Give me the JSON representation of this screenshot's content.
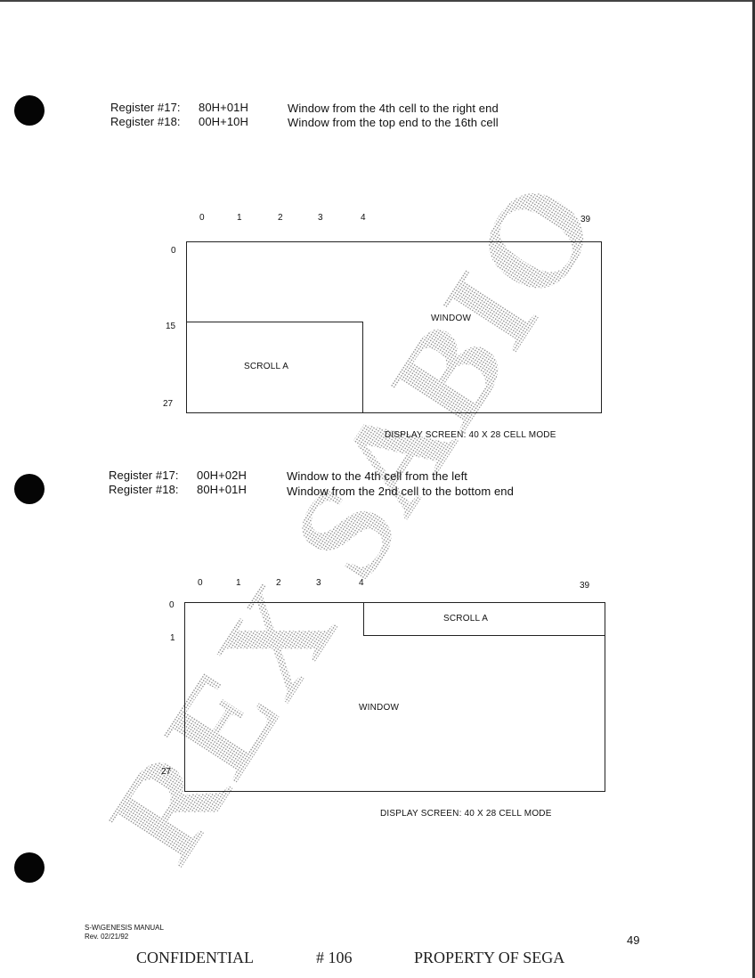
{
  "section1": {
    "registers": [
      {
        "name": "Register #17:",
        "value": "80H+01H",
        "desc": "Window from the 4th cell to the right end"
      },
      {
        "name": "Register #18:",
        "value": "00H+10H",
        "desc": "Window from the top end to the 16th cell"
      }
    ],
    "diagram": {
      "top_ticks": [
        "0",
        "1",
        "2",
        "3",
        "4",
        "39"
      ],
      "left_ticks": [
        "0",
        "15",
        "27"
      ],
      "window_label": "WINDOW",
      "scroll_label": "SCROLL A",
      "caption": "DISPLAY SCREEN:  40 X 28 CELL MODE"
    }
  },
  "section2": {
    "registers": [
      {
        "name": "Register #17:",
        "value": "00H+02H",
        "desc": "Window to the 4th cell from the left"
      },
      {
        "name": "Register #18:",
        "value": "80H+01H",
        "desc": "Window from the 2nd cell to the bottom end"
      }
    ],
    "diagram": {
      "top_ticks": [
        "0",
        "1",
        "2",
        "3",
        "4",
        "39"
      ],
      "left_ticks": [
        "0",
        "1",
        "27"
      ],
      "window_label": "WINDOW",
      "scroll_label": "SCROLL A",
      "caption": "DISPLAY SCREEN:  40 X 28 CELL MODE"
    }
  },
  "watermark": "REX SABIO",
  "footer": {
    "manual": "S-W\\GENESIS MANUAL",
    "rev": "Rev. 02/21/92",
    "page": "49",
    "confidential": "CONFIDENTIAL",
    "number": "# 106",
    "property": "PROPERTY OF SEGA"
  }
}
